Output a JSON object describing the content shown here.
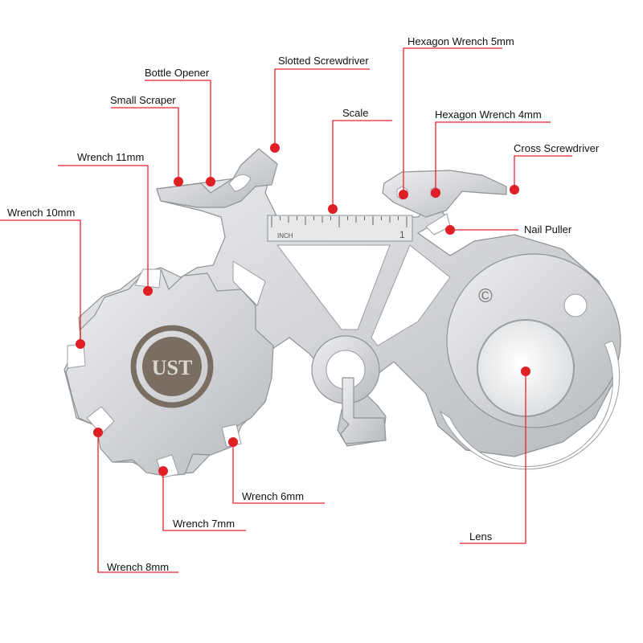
{
  "colors": {
    "leader": "#e8202a",
    "dot": "#e01e26",
    "metal_light": "#e4e6e8",
    "metal_mid": "#c8cacd",
    "metal_dark": "#9a9da1",
    "logo": "#7a6e62",
    "lens": "#eef0f2"
  },
  "tool": {
    "ruler_unit": "INCH",
    "ruler_number": "1",
    "copyright_mark": "©",
    "logo_text": "UST"
  },
  "labels": {
    "hex_5mm": "Hexagon Wrench 5mm",
    "slotted_screwdriver": "Slotted Screwdriver",
    "bottle_opener": "Bottle Opener",
    "small_scraper": "Small Scraper",
    "scale": "Scale",
    "hex_4mm": "Hexagon Wrench 4mm",
    "wrench_11mm": "Wrench 11mm",
    "cross_screwdriver": "Cross Screwdriver",
    "wrench_10mm": "Wrench 10mm",
    "nail_puller": "Nail Puller",
    "wrench_6mm": "Wrench 6mm",
    "wrench_7mm": "Wrench 7mm",
    "lens": "Lens",
    "wrench_8mm": "Wrench 8mm"
  }
}
